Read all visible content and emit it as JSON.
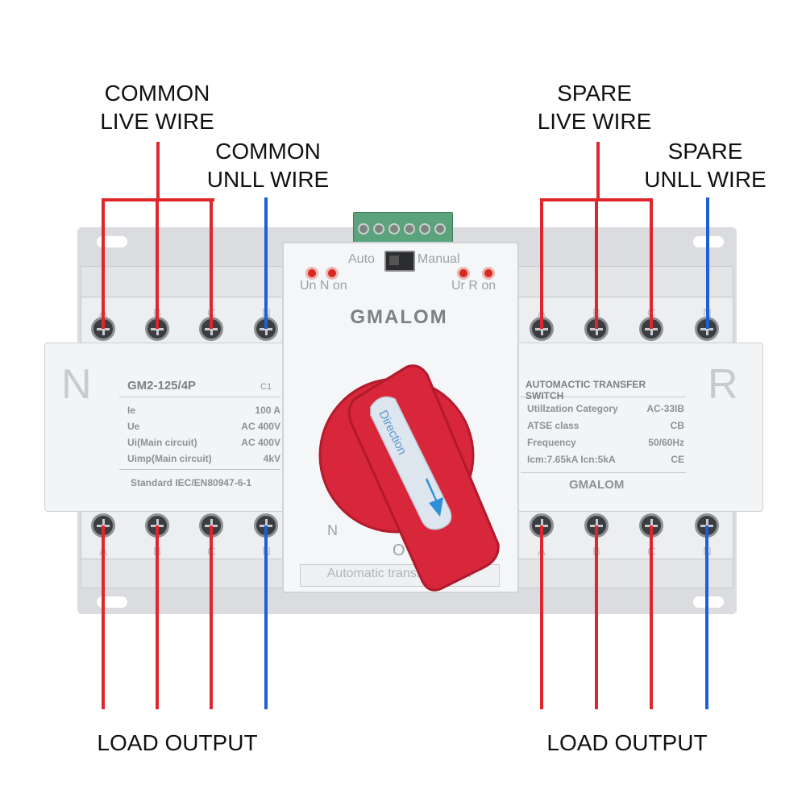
{
  "callouts": {
    "common_live": [
      "COMMON",
      "LIVE WIRE"
    ],
    "common_null": [
      "COMMON",
      "UNLL WIRE"
    ],
    "spare_live": [
      "SPARE",
      "LIVE WIRE"
    ],
    "spare_null": [
      "SPARE",
      "UNLL WIRE"
    ],
    "load_left": "LOAD OUTPUT",
    "load_right": "LOAD OUTPUT"
  },
  "device": {
    "brand": "GMALOM",
    "phase_labels": [
      "A",
      "B",
      "C",
      "N"
    ],
    "side_left": "N",
    "side_right": "R",
    "mode_auto": "Auto",
    "mode_manual": "Manual",
    "led_left_label": "Un N on",
    "led_right_label": "Ur R on",
    "knob_text": "Direction",
    "dial_n": "N",
    "dial_o": "O",
    "bottom_text": "Automatic transfer switch",
    "left_label": {
      "model": "GM2-125/4P",
      "curve": "C1",
      "rows": [
        [
          "Ie",
          "100 A"
        ],
        [
          "Ue",
          "AC 400V"
        ],
        [
          "Ui(Main circuit)",
          "AC 400V"
        ],
        [
          "Uimp(Main circuit)",
          "4kV"
        ]
      ],
      "standard": "Standard IEC/EN80947-6-1"
    },
    "right_label": {
      "title": "AUTOMACTIC TRANSFER SWITCH",
      "rows": [
        [
          "Utillzation Category",
          "AC-33IB"
        ],
        [
          "ATSE class",
          "CB"
        ],
        [
          "Frequency",
          "50/60Hz"
        ],
        [
          "Icm:7.65kA  Icn:5kA",
          "CE"
        ]
      ],
      "brand": "GMALOM"
    }
  },
  "colors": {
    "live_wire": "#e0262c",
    "null_wire": "#1f5fd6",
    "knob": "#d8263a"
  }
}
